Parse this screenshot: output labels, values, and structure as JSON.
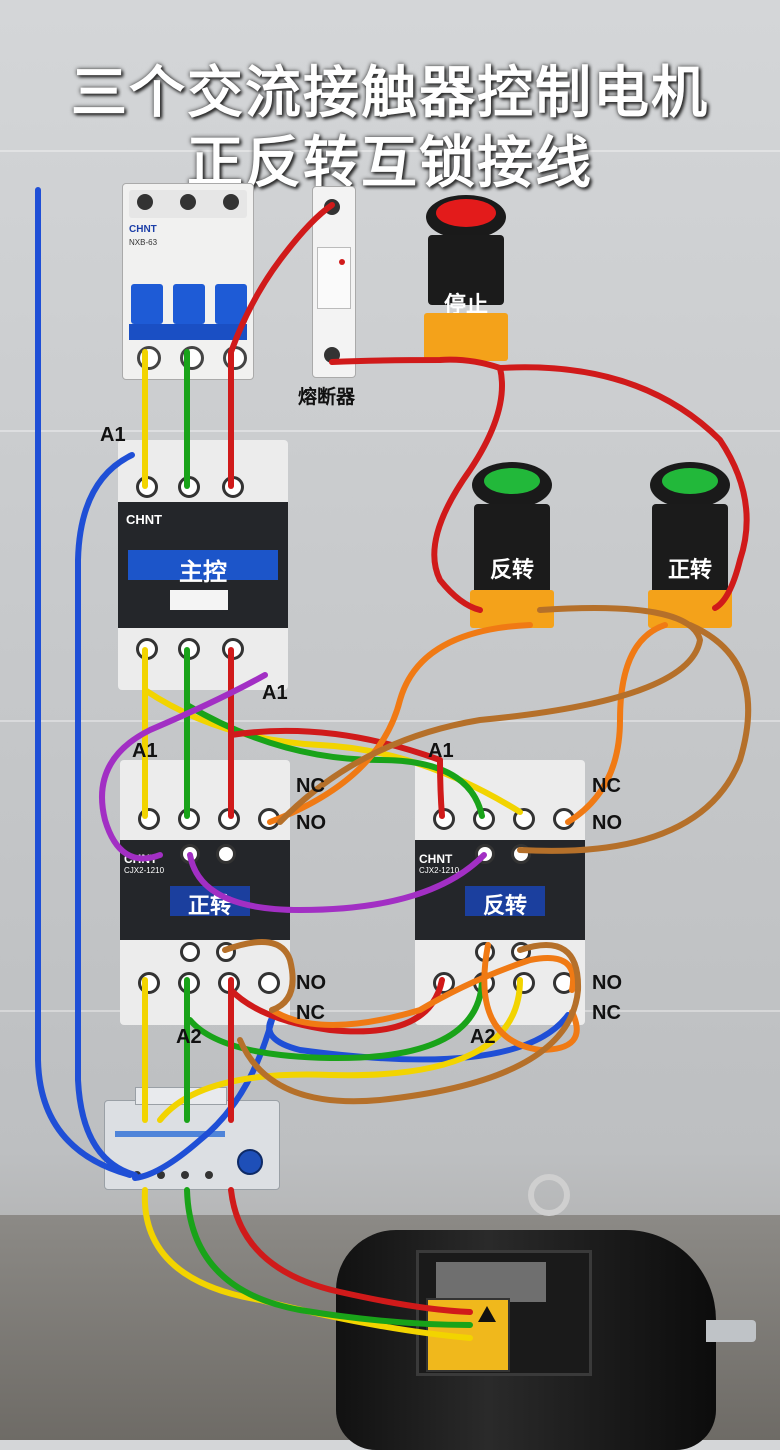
{
  "title_line1": "三个交流接触器控制电机",
  "title_line2": "正反转互锁接线",
  "fuse_label": "熔断器",
  "stop_button": "停止",
  "reverse_button": "反转",
  "forward_button": "正转",
  "main_contactor_label": "主控",
  "forward_contactor_label": "正转",
  "reverse_contactor_label": "反转",
  "brand": "CHNT",
  "contactor_model": "CJX2-1210",
  "breaker_model": "NXB-63",
  "coil_a1": "A1",
  "coil_a2": "A2",
  "contact_nc": "NC",
  "contact_no": "NO",
  "colors": {
    "phase_l1": "#f2d400",
    "phase_l2": "#19a319",
    "phase_l3": "#d01a1a",
    "neutral": "#1f4fd6",
    "control_orange": "#f07a14",
    "control_purple": "#a22fc4",
    "control_brown": "#b5702a",
    "contactor_body": "#24262a",
    "stop_red": "#e31b1b",
    "start_green": "#22b83a"
  }
}
